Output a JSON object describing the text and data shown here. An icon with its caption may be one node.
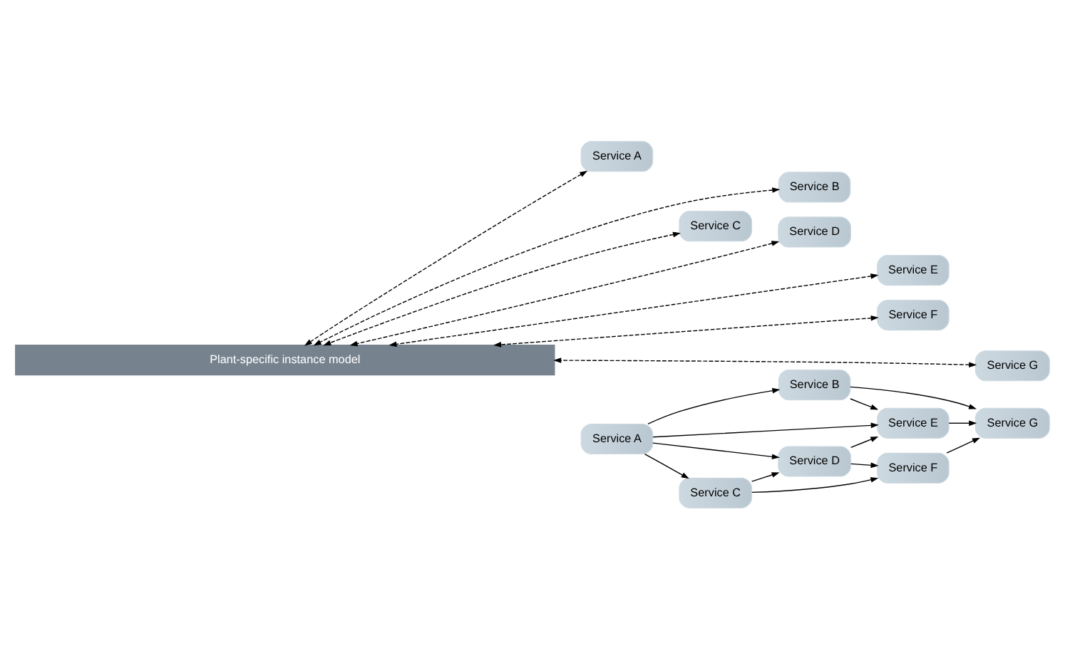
{
  "diagram": {
    "nodes": [
      {
        "text": [
          "Service A"
        ]
      },
      {
        "text": [
          "Service B"
        ]
      },
      {
        "text": [
          "Service C"
        ]
      },
      {
        "text": [
          "Service D"
        ]
      },
      {
        "text": [
          "Service E"
        ]
      },
      {
        "text": [
          "Service F"
        ]
      },
      {
        "text": [
          "Service G"
        ]
      },
      {
        "text": [
          "Service A"
        ]
      },
      {
        "text": [
          "Service B"
        ]
      },
      {
        "text": [
          "Service C"
        ]
      },
      {
        "text": [
          "Service D"
        ]
      },
      {
        "text": [
          "Service E"
        ]
      },
      {
        "text": [
          "Service F"
        ]
      },
      {
        "text": [
          "Service G"
        ]
      },
      {
        "text": [
          "Plant-specific instance model"
        ]
      }
    ],
    "edges": [
      {
        "from": 0,
        "to": 1,
        "arrow": "to"
      },
      {
        "from": 0,
        "to": 2,
        "arrow": "to"
      },
      {
        "from": 0,
        "to": 4,
        "arrow": "to"
      },
      {
        "from": 0,
        "to": 3,
        "arrow": "to"
      },
      {
        "from": 1,
        "to": 6,
        "arrow": "to"
      },
      {
        "from": 1,
        "to": 4,
        "arrow": "to"
      },
      {
        "from": 3,
        "to": 4,
        "arrow": "to"
      },
      {
        "from": 2,
        "to": 3,
        "arrow": "to"
      },
      {
        "from": 2,
        "to": 5,
        "arrow": "to"
      },
      {
        "from": 3,
        "to": 5,
        "arrow": "to"
      },
      {
        "from": 4,
        "to": 6,
        "arrow": "to"
      },
      {
        "from": 5,
        "to": 6,
        "arrow": "to"
      },
      {
        "from": 7,
        "to": 14,
        "arrow": "both",
        "style": "dashed"
      },
      {
        "from": 8,
        "to": 14,
        "arrow": "both",
        "style": "dashed"
      },
      {
        "from": 9,
        "to": 14,
        "arrow": "both",
        "style": "dashed"
      },
      {
        "from": 10,
        "to": 14,
        "arrow": "both",
        "style": "dashed"
      },
      {
        "from": 11,
        "to": 14,
        "arrow": "both",
        "style": "dashed"
      },
      {
        "from": 12,
        "to": 14,
        "arrow": "both",
        "style": "dashed"
      },
      {
        "from": 13,
        "to": 14,
        "arrow": "both",
        "style": "dashed"
      }
    ]
  }
}
